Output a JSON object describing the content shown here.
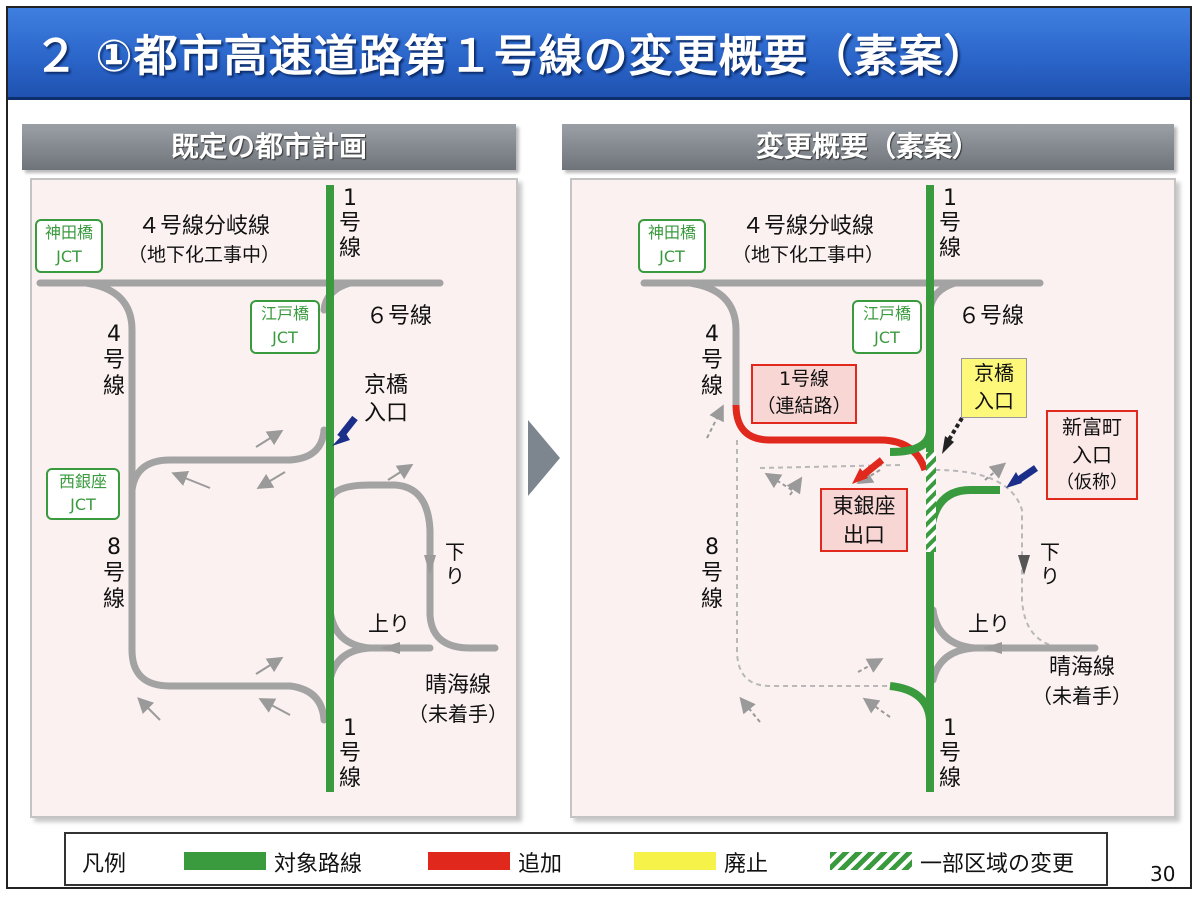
{
  "title": "２ ①都市高速道路第１号線の変更概要（素案）",
  "panels": {
    "left": {
      "header": "既定の都市計画",
      "labels": {
        "kandabashi": [
          "神田橋",
          "JCT"
        ],
        "branch": [
          "４号線分岐線",
          "（地下化工事中）"
        ],
        "line1_top": [
          "1",
          "号",
          "線"
        ],
        "edobashi": [
          "江戸橋",
          "JCT"
        ],
        "line6": "６号線",
        "line4": [
          "4",
          "号",
          "線"
        ],
        "kyobashi": [
          "京橋",
          "入口"
        ],
        "nishiginza": [
          "西銀座",
          "JCT"
        ],
        "line8": [
          "8",
          "号",
          "線"
        ],
        "kudari": [
          "下",
          "り"
        ],
        "nobori": "上り",
        "harumi": [
          "晴海線",
          "（未着手）"
        ],
        "line1_bottom": [
          "1",
          "号",
          "線"
        ]
      }
    },
    "right": {
      "header": "変更概要（素案）",
      "labels": {
        "kandabashi": [
          "神田橋",
          "JCT"
        ],
        "branch": [
          "４号線分岐線",
          "（地下化工事中）"
        ],
        "line1_top": [
          "1",
          "号",
          "線"
        ],
        "edobashi": [
          "江戸橋",
          "JCT"
        ],
        "line6": "６号線",
        "line4": [
          "4",
          "号",
          "線"
        ],
        "connector": [
          "1号線",
          "（連結路）"
        ],
        "kyobashi": [
          "京橋",
          "入口"
        ],
        "shintomicho": [
          "新富町",
          "入口",
          "（仮称）"
        ],
        "higashiginza": [
          "東銀座",
          "出口"
        ],
        "line8": [
          "8",
          "号",
          "線"
        ],
        "kudari": [
          "下",
          "り"
        ],
        "nobori": "上り",
        "harumi": [
          "晴海線",
          "（未着手）"
        ],
        "line1_bottom": [
          "1",
          "号",
          "線"
        ]
      }
    }
  },
  "legend": {
    "title": "凡例",
    "items": [
      {
        "label": "対象路線",
        "color": "#3a9a3e"
      },
      {
        "label": "追加",
        "color": "#e0281c"
      },
      {
        "label": "廃止",
        "color": "#f6f24a"
      },
      {
        "label": "一部区域の変更",
        "color": "#3a9a3e"
      }
    ]
  },
  "page_number": "30",
  "colors": {
    "target_route": "#3a9a3e",
    "added": "#e0281c",
    "abolished": "#f6f24a",
    "existing_road": "#a3a3a3",
    "entry_arrow": "#1b2f8a",
    "title_bar": "#2a64c8"
  }
}
